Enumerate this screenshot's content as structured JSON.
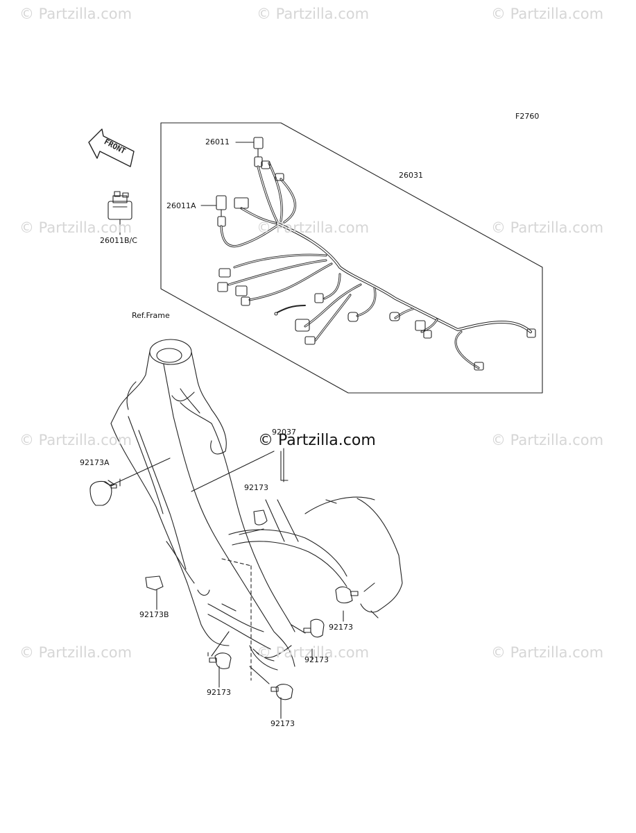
{
  "watermark": "© Partzilla.com",
  "center_watermark": "© Partzilla.com",
  "figure_code": "F2760",
  "front_arrow": "FRONT",
  "ref_frame": "Ref.Frame",
  "parts": {
    "p26011": "26011",
    "p26011A": "26011A",
    "p26011BC": "26011B/C",
    "p26031": "26031",
    "p92037": "92037",
    "p92173A": "92173A",
    "p92173_top": "92173",
    "p92173B": "92173B",
    "p92173_right": "92173",
    "p92173_mid": "92173",
    "p92173_left": "92173",
    "p92173_bottom": "92173"
  }
}
